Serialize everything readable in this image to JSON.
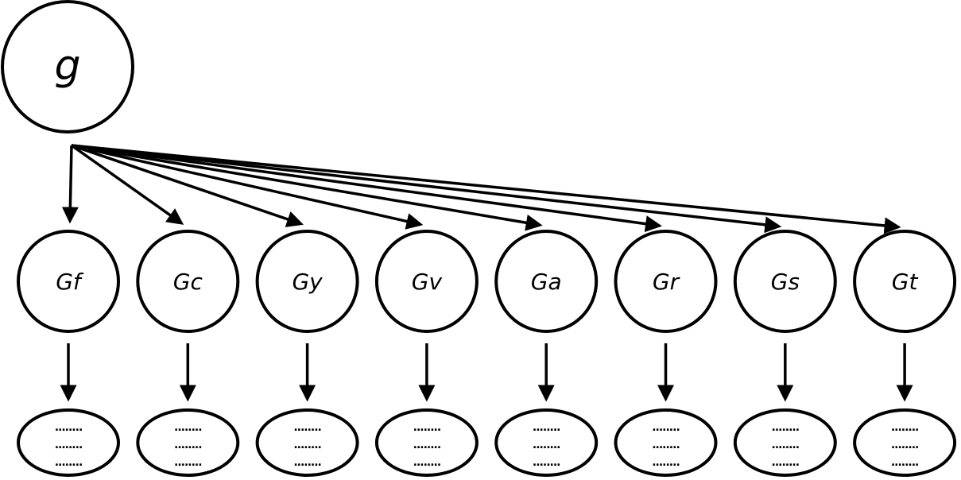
{
  "root": {
    "label": "g"
  },
  "children": [
    {
      "label": "Gf",
      "leaf_lines": [
        "........",
        "........",
        "........"
      ]
    },
    {
      "label": "Gc",
      "leaf_lines": [
        "........",
        "........",
        "........"
      ]
    },
    {
      "label": "Gy",
      "leaf_lines": [
        "........",
        "........",
        "........"
      ]
    },
    {
      "label": "Gv",
      "leaf_lines": [
        "........",
        "........",
        "........"
      ]
    },
    {
      "label": "Ga",
      "leaf_lines": [
        "........",
        "........",
        "........"
      ]
    },
    {
      "label": "Gr",
      "leaf_lines": [
        "........",
        "........",
        "........"
      ]
    },
    {
      "label": "Gs",
      "leaf_lines": [
        "........",
        "........",
        "........"
      ]
    },
    {
      "label": "Gt",
      "leaf_lines": [
        "........",
        "........",
        "........"
      ]
    }
  ],
  "colors": {
    "stroke": "#000000",
    "background": "#ffffff"
  }
}
